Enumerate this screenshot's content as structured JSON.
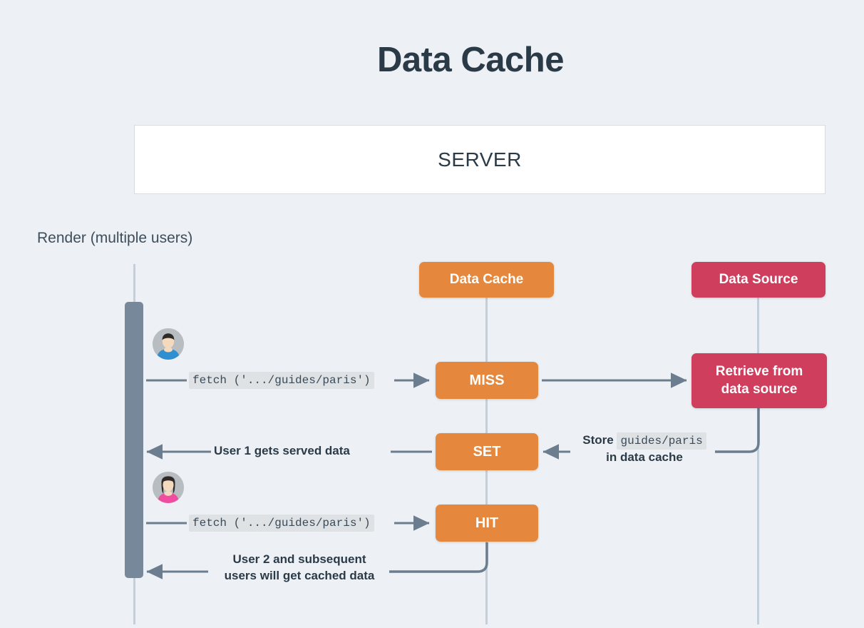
{
  "page": {
    "title": "Data Cache",
    "background_color": "#edf1f5",
    "title_color": "#2b3a47"
  },
  "server": {
    "label": "SERVER"
  },
  "section": {
    "render_label": "Render (multiple users)"
  },
  "colors": {
    "cache_orange": "#e5873c",
    "source_crimson": "#cf3f5d",
    "lifeline": "#c3cfdb",
    "activation": "#76889a",
    "wire": "#6b7d8e",
    "code_chip_bg": "#dfe2e4"
  },
  "lifelines": [
    {
      "name": "user",
      "label": "Render (multiple users)"
    },
    {
      "name": "data-cache",
      "label": "Data Cache"
    },
    {
      "name": "data-source",
      "label": "Data Source"
    }
  ],
  "headers": {
    "data_cache": "Data Cache",
    "data_source": "Data Source"
  },
  "nodes": {
    "miss": "MISS",
    "set": "SET",
    "hit": "HIT",
    "retrieve_line1": "Retrieve from",
    "retrieve_line2": "data source"
  },
  "messages": {
    "fetch_call": "fetch ('.../guides/paris')",
    "served_user1": "User 1 gets served data",
    "store_prefix": "Store",
    "store_code": "guides/paris",
    "store_suffix": "in data cache",
    "cached_line1": "User 2 and subsequent",
    "cached_line2": "users will get cached data"
  },
  "avatars": [
    {
      "name": "user-1",
      "shirt_color": "#2f8fd0",
      "hair_color": "#2d2a28"
    },
    {
      "name": "user-2",
      "shirt_color": "#ee4da0",
      "hair_color": "#2d2a28"
    }
  ]
}
